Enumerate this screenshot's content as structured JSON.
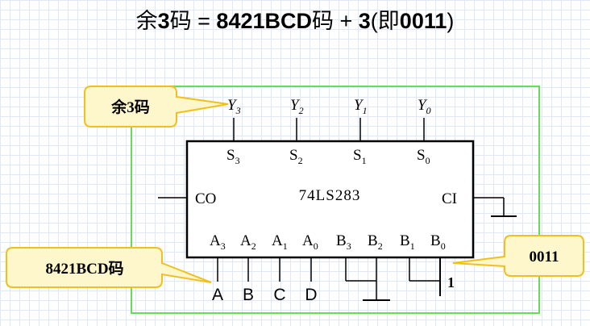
{
  "title": {
    "prefix": "余",
    "p1": "3",
    "mid": "码 = ",
    "p2": "8421BCD",
    "mid2": "码 + ",
    "p3": "3",
    "mid3": "(即",
    "p4": "0011",
    "suffix": ")"
  },
  "chip": {
    "name": "74LS283",
    "outputs": [
      {
        "letter": "Y",
        "sub": "3"
      },
      {
        "letter": "Y",
        "sub": "2"
      },
      {
        "letter": "Y",
        "sub": "1"
      },
      {
        "letter": "Y",
        "sub": "0"
      }
    ],
    "sum_pins": [
      {
        "letter": "S",
        "sub": "3"
      },
      {
        "letter": "S",
        "sub": "2"
      },
      {
        "letter": "S",
        "sub": "1"
      },
      {
        "letter": "S",
        "sub": "0"
      }
    ],
    "co": "CO",
    "ci": "CI",
    "a_pins": [
      {
        "letter": "A",
        "sub": "3"
      },
      {
        "letter": "A",
        "sub": "2"
      },
      {
        "letter": "A",
        "sub": "1"
      },
      {
        "letter": "A",
        "sub": "0"
      }
    ],
    "b_pins": [
      {
        "letter": "B",
        "sub": "3"
      },
      {
        "letter": "B",
        "sub": "2"
      },
      {
        "letter": "B",
        "sub": "1"
      },
      {
        "letter": "B",
        "sub": "0"
      }
    ],
    "inputs": [
      "A",
      "B",
      "C",
      "D"
    ],
    "high_level": "1"
  },
  "callouts": {
    "output_code": "余3码",
    "input_code": "8421BCD码",
    "constant": "0011"
  },
  "colors": {
    "frame": "#66dd55",
    "callout_fill": "#fff7cc",
    "callout_stroke": "#f0c020"
  }
}
